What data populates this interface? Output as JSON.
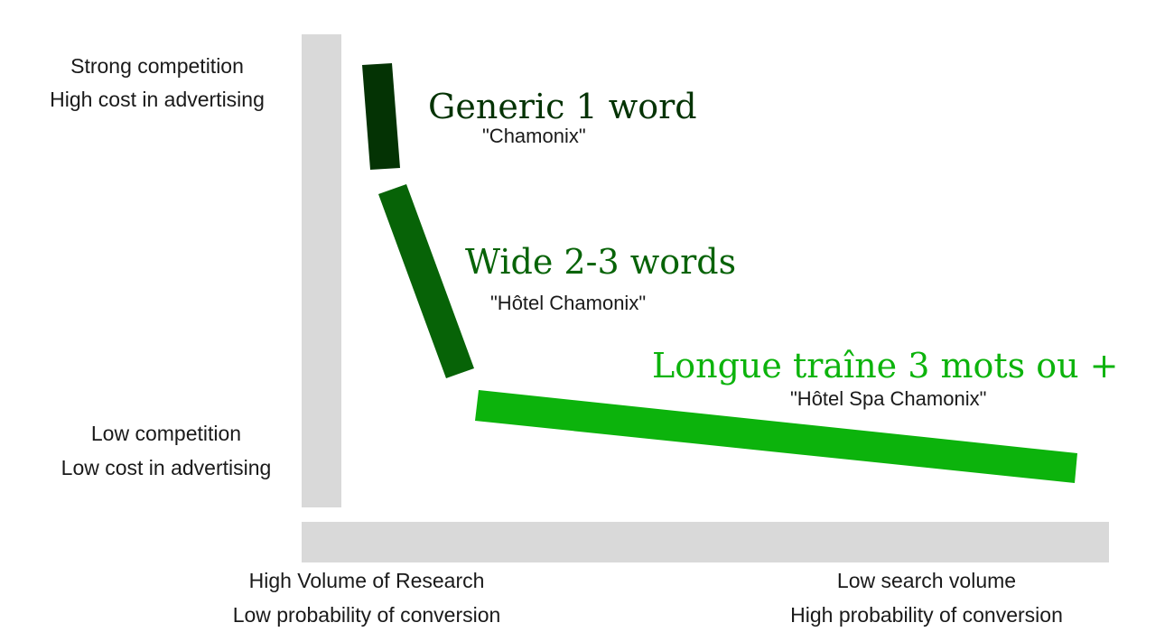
{
  "y_axis": {
    "top_label": [
      "Strong competition",
      "High cost in advertising"
    ],
    "bottom_label": [
      "Low competition",
      "Low cost in advertising"
    ]
  },
  "x_axis": {
    "left_label": [
      "High Volume of Research",
      "Low probability of conversion"
    ],
    "right_label": [
      "Low search volume",
      "High probability of conversion"
    ]
  },
  "segments": [
    {
      "title": "Generic 1 word",
      "example": "\"Chamonix\"",
      "color": "#043304"
    },
    {
      "title": "Wide 2-3 words",
      "example": "\"Hôtel Chamonix\"",
      "color": "#076307"
    },
    {
      "title": "Longue traîne 3 mots ou +",
      "example": "\"Hôtel Spa Chamonix\"",
      "color": "#0cb30c"
    }
  ],
  "colors": {
    "axis": "#d9d9d9"
  }
}
